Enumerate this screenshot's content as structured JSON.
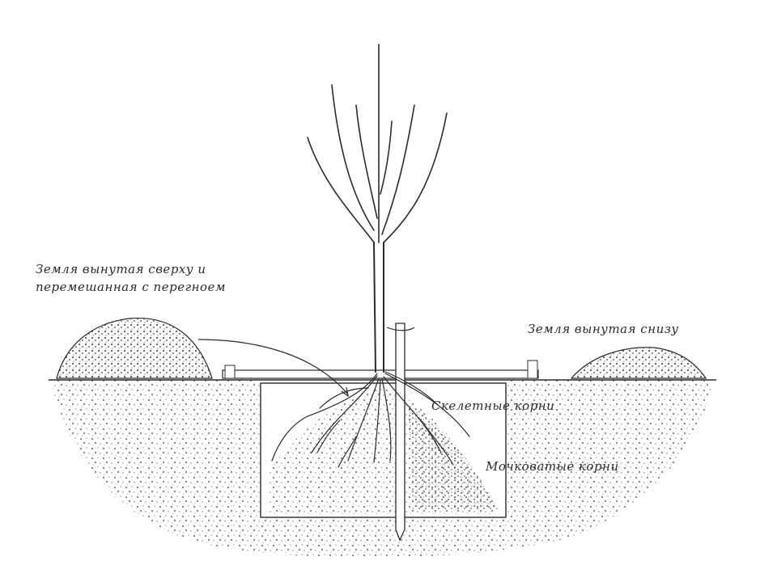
{
  "labels": {
    "topsoil_mixed_line1": "Земля вынутая сверху и",
    "topsoil_mixed_line2": "перемешанная с перегноем",
    "subsoil": "Земля вынутая снизу",
    "skeletal_roots": "Скелетные корни",
    "fibrous_roots": "Мочковатые корни"
  },
  "colors": {
    "ink": "#2b2b2b",
    "soil_speckle": "#8a8a8a",
    "background": "#ffffff"
  }
}
